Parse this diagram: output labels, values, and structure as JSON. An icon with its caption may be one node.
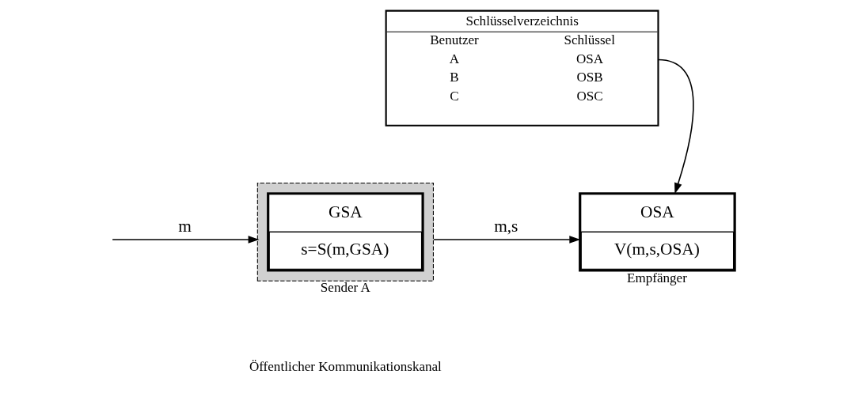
{
  "diagram": {
    "nodes": [
      {
        "text": [
          "Schlüsselverzeichnis",
          "Benutzer",
          "Schlüssel",
          "A",
          "OSA",
          "B",
          "OSB",
          "C",
          "OSC"
        ]
      },
      {
        "text": [
          "GSA",
          "s=S(m,GSA)"
        ],
        "beside": [
          "Sender A"
        ]
      },
      {
        "text": [
          "OSA",
          "V(m,s,OSA)"
        ],
        "beside": [
          "Empfänger"
        ]
      }
    ],
    "edges": [
      {
        "from": 0,
        "to": 2,
        "arrow": "to"
      },
      {
        "from": null,
        "to": 1,
        "arrow": "to",
        "label": "m"
      },
      {
        "from": 1,
        "to": 2,
        "arrow": "to",
        "label": "m,s"
      }
    ],
    "labels": [
      "Öffentlicher Kommunikationskanal"
    ]
  }
}
